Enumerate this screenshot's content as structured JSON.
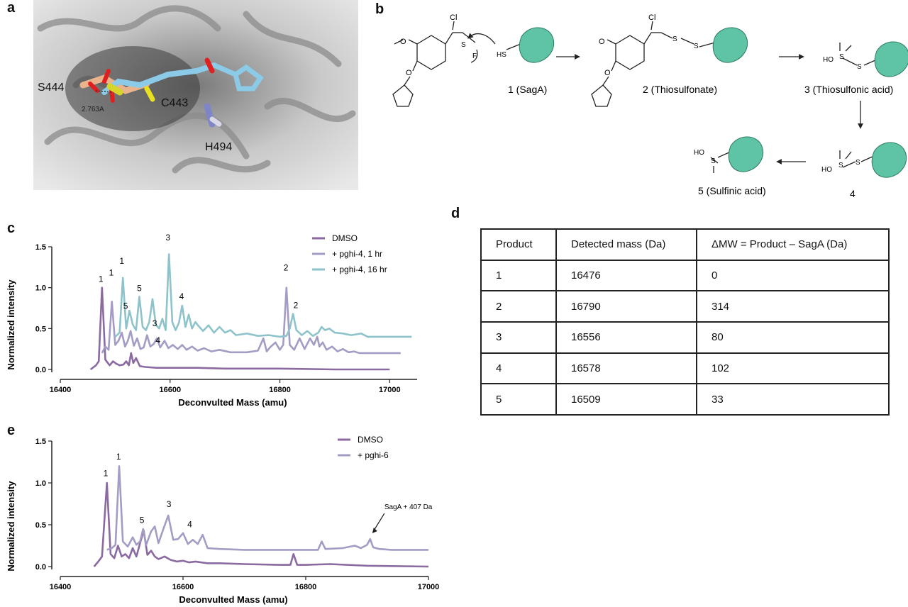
{
  "panels": {
    "a": "a",
    "b": "b",
    "c": "c",
    "d": "d",
    "e": "e"
  },
  "structure": {
    "residues": [
      "S444",
      "C443",
      "H494"
    ],
    "distance": "2.763A"
  },
  "scheme": {
    "atoms": {
      "cl": "Cl",
      "s": "S",
      "o": "O",
      "f": "F",
      "hs": "HS",
      "ho": "HO"
    },
    "labels": {
      "c1": "1 (SagA)",
      "c2": "2 (Thiosulfonate)",
      "c3": "3 (Thiosulfonic  acid)",
      "c4": "4",
      "c5": "5 (Sulfinic  acid)"
    }
  },
  "colors": {
    "dmso": "#8a6aa0",
    "hr1": "#a49cc4",
    "hr16": "#8fc3cb",
    "protein": "#5fc3a5"
  },
  "table": {
    "headers": [
      "Product",
      "Detected mass (Da)",
      "ΔMW = Product – SagA (Da)"
    ],
    "rows": [
      [
        "1",
        "16476",
        "0"
      ],
      [
        "2",
        "16790",
        "314"
      ],
      [
        "3",
        "16556",
        "80"
      ],
      [
        "4",
        "16578",
        "102"
      ],
      [
        "5",
        "16509",
        "33"
      ]
    ]
  },
  "chart_data": [
    {
      "type": "line",
      "panel": "c",
      "xlabel": "Deconvulted Mass (amu)",
      "ylabel": "Normalized intensity",
      "xlim": [
        16400,
        17050
      ],
      "ylim": [
        0,
        1.5
      ],
      "xticks": [
        "16400",
        "16600",
        "16800",
        "17000"
      ],
      "yticks": [
        "0.0",
        "0.5",
        "1.0",
        "1.5"
      ],
      "legend_position": "top-right",
      "series": [
        {
          "name": "DMSO",
          "x": [
            16455,
            16465,
            16470,
            16476,
            16482,
            16490,
            16496,
            16502,
            16508,
            16515,
            16520,
            16525,
            16529,
            16533,
            16538,
            16545,
            16555,
            16575,
            16600,
            16650,
            16700,
            16780,
            16800,
            16900,
            17000
          ],
          "y": [
            0.0,
            0.05,
            0.1,
            1.0,
            0.12,
            0.05,
            0.1,
            0.07,
            0.05,
            0.06,
            0.1,
            0.05,
            0.2,
            0.08,
            0.14,
            0.04,
            0.03,
            0.02,
            0.02,
            0.02,
            0.01,
            0.01,
            0.01,
            0.0,
            0.0
          ]
        },
        {
          "name": "+ pghi-4, 1 hr",
          "x": [
            16476,
            16482,
            16488,
            16494,
            16500,
            16506,
            16512,
            16518,
            16523,
            16528,
            16534,
            16540,
            16546,
            16552,
            16558,
            16564,
            16570,
            16576,
            16582,
            16590,
            16597,
            16605,
            16614,
            16622,
            16630,
            16640,
            16650,
            16662,
            16675,
            16690,
            16710,
            16740,
            16760,
            16770,
            16776,
            16782,
            16792,
            16800,
            16806,
            16812,
            16818,
            16826,
            16836,
            16845,
            16855,
            16862,
            16868,
            16872,
            16878,
            16885,
            16895,
            16905,
            16915,
            16925,
            16935,
            16945,
            17020
          ],
          "y": [
            0.2,
            0.28,
            0.24,
            0.83,
            0.3,
            0.35,
            0.45,
            0.28,
            0.35,
            0.47,
            0.29,
            0.38,
            0.25,
            0.27,
            0.42,
            0.28,
            0.31,
            0.38,
            0.27,
            0.35,
            0.26,
            0.3,
            0.25,
            0.3,
            0.24,
            0.28,
            0.23,
            0.26,
            0.22,
            0.24,
            0.21,
            0.21,
            0.23,
            0.38,
            0.22,
            0.27,
            0.33,
            0.24,
            0.3,
            1.0,
            0.3,
            0.24,
            0.38,
            0.25,
            0.38,
            0.3,
            0.4,
            0.28,
            0.33,
            0.24,
            0.28,
            0.22,
            0.25,
            0.21,
            0.22,
            0.2,
            0.2
          ]
        },
        {
          "name": "+ pghi-4, 16 hr",
          "x": [
            16500,
            16508,
            16514,
            16520,
            16526,
            16532,
            16538,
            16544,
            16550,
            16556,
            16562,
            16568,
            16574,
            16580,
            16586,
            16592,
            16598,
            16604,
            16610,
            16616,
            16622,
            16628,
            16634,
            16640,
            16646,
            16652,
            16660,
            16670,
            16680,
            16690,
            16700,
            16710,
            16720,
            16740,
            16760,
            16780,
            16800,
            16812,
            16818,
            16824,
            16830,
            16840,
            16850,
            16860,
            16870,
            16876,
            16882,
            16890,
            16900,
            16915,
            16930,
            16948,
            16960,
            17040
          ],
          "y": [
            0.4,
            0.45,
            1.12,
            0.5,
            0.72,
            0.55,
            0.48,
            0.89,
            0.52,
            0.48,
            0.58,
            0.86,
            0.55,
            0.5,
            0.62,
            0.48,
            1.41,
            0.58,
            0.48,
            0.57,
            0.78,
            0.52,
            0.67,
            0.5,
            0.58,
            0.53,
            0.47,
            0.54,
            0.45,
            0.52,
            0.45,
            0.48,
            0.42,
            0.44,
            0.41,
            0.42,
            0.4,
            0.41,
            0.5,
            0.68,
            0.48,
            0.42,
            0.47,
            0.41,
            0.45,
            0.52,
            0.48,
            0.5,
            0.45,
            0.44,
            0.42,
            0.44,
            0.4,
            0.4
          ]
        }
      ],
      "annotations": [
        {
          "text": "1",
          "x": 16474,
          "y": 1.07
        },
        {
          "text": "1",
          "x": 16493,
          "y": 1.15
        },
        {
          "text": "1",
          "x": 16512,
          "y": 1.29
        },
        {
          "text": "5",
          "x": 16519,
          "y": 0.74
        },
        {
          "text": "5",
          "x": 16544,
          "y": 0.96
        },
        {
          "text": "3",
          "x": 16572,
          "y": 0.53
        },
        {
          "text": "3",
          "x": 16596,
          "y": 1.58
        },
        {
          "text": "4",
          "x": 16578,
          "y": 0.32
        },
        {
          "text": "4",
          "x": 16621,
          "y": 0.86
        },
        {
          "text": "2",
          "x": 16811,
          "y": 1.21
        },
        {
          "text": "2",
          "x": 16829,
          "y": 0.75
        }
      ]
    },
    {
      "type": "line",
      "panel": "e",
      "xlabel": "Deconvulted Mass (amu)",
      "ylabel": "Normalized intensity",
      "xlim": [
        16400,
        17000
      ],
      "ylim": [
        0,
        1.5
      ],
      "xticks": [
        "16400",
        "16600",
        "16800",
        "17000"
      ],
      "yticks": [
        "0.0",
        "0.5",
        "1.0",
        "1.5"
      ],
      "legend_position": "top-right",
      "series": [
        {
          "name": "DMSO",
          "x": [
            16455,
            16462,
            16468,
            16476,
            16482,
            16488,
            16494,
            16500,
            16506,
            16512,
            16518,
            16524,
            16530,
            16536,
            16542,
            16548,
            16554,
            16560,
            16570,
            16580,
            16590,
            16600,
            16610,
            16620,
            16640,
            16660,
            16700,
            16760,
            16775,
            16780,
            16786,
            16800,
            16840,
            16900,
            17000
          ],
          "y": [
            0.0,
            0.06,
            0.12,
            1.0,
            0.15,
            0.1,
            0.25,
            0.12,
            0.15,
            0.1,
            0.22,
            0.12,
            0.28,
            0.43,
            0.14,
            0.19,
            0.12,
            0.09,
            0.12,
            0.08,
            0.06,
            0.07,
            0.05,
            0.06,
            0.04,
            0.04,
            0.03,
            0.02,
            0.02,
            0.15,
            0.02,
            0.02,
            0.03,
            0.01,
            0.0
          ]
        },
        {
          "name": "+ pghi-6",
          "x": [
            16476,
            16484,
            16490,
            16496,
            16502,
            16510,
            16518,
            16524,
            16530,
            16535,
            16540,
            16548,
            16554,
            16560,
            16568,
            16576,
            16584,
            16592,
            16600,
            16608,
            16616,
            16624,
            16632,
            16640,
            16660,
            16700,
            16760,
            16820,
            16826,
            16832,
            16860,
            16880,
            16890,
            16900,
            16905,
            16910,
            16920,
            16940,
            17000
          ],
          "y": [
            0.2,
            0.22,
            0.26,
            1.2,
            0.3,
            0.24,
            0.35,
            0.26,
            0.3,
            0.45,
            0.26,
            0.42,
            0.48,
            0.28,
            0.45,
            0.61,
            0.32,
            0.33,
            0.4,
            0.27,
            0.32,
            0.27,
            0.38,
            0.22,
            0.21,
            0.2,
            0.2,
            0.2,
            0.3,
            0.21,
            0.22,
            0.25,
            0.22,
            0.26,
            0.33,
            0.23,
            0.21,
            0.2,
            0.2
          ]
        }
      ],
      "annotations": [
        {
          "text": "1",
          "x": 16474,
          "y": 1.08
        },
        {
          "text": "1",
          "x": 16495,
          "y": 1.28
        },
        {
          "text": "5",
          "x": 16533,
          "y": 0.52
        },
        {
          "text": "3",
          "x": 16577,
          "y": 0.71
        },
        {
          "text": "4",
          "x": 16611,
          "y": 0.47
        }
      ],
      "callout": {
        "text": "SagA + 407 Da",
        "x": 16905,
        "y": 0.33
      }
    }
  ]
}
